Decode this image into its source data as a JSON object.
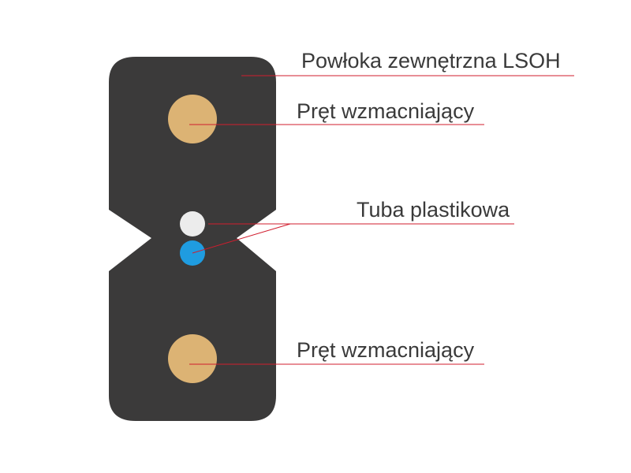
{
  "colors": {
    "jacket": "#3b3a3a",
    "strength_member": "#dcb374",
    "fiber_white": "#ececec",
    "fiber_blue": "#1f9ce0",
    "leader_line": "#d11d2e",
    "label_text": "#3a3a3a",
    "background": "#ffffff"
  },
  "labels": {
    "outer_jacket": "Powłoka zewnętrzna LSOH",
    "strength_member_top": "Pręt wzmacniający",
    "plastic_tube": "Tuba plastikowa",
    "strength_member_bottom": "Pręt wzmacniający"
  }
}
